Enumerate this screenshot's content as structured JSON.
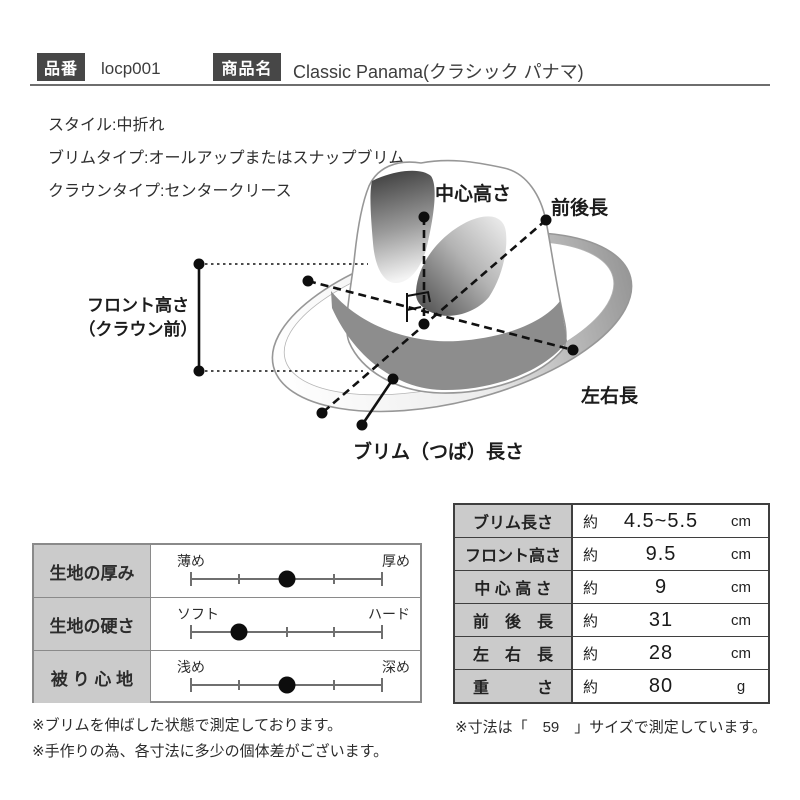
{
  "header": {
    "part_no_label": "品番",
    "part_no": "locp001",
    "product_label": "商品名",
    "product_name": "Classic Panama(クラシック パナマ)"
  },
  "specs": {
    "style": "スタイル:中折れ",
    "brim_type": "ブリムタイプ:オールアップまたはスナップブリム",
    "crown_type": "クラウンタイプ:センタークリース"
  },
  "diagram": {
    "labels": {
      "center_height": "中心高さ",
      "front_back": "前後長",
      "front_height_line1": "フロント高さ",
      "front_height_line2": "（クラウン前）",
      "left_right": "左右長",
      "brim_length": "ブリム（つば）長さ"
    }
  },
  "texture_table": {
    "rows": [
      {
        "label": "生地の厚み",
        "min": "薄め",
        "max": "厚め",
        "dot_style": "left:50%"
      },
      {
        "label": "生地の硬さ",
        "min": "ソフト",
        "max": "ハード",
        "dot_style": "left:25%"
      },
      {
        "label": "被 り 心 地",
        "min": "浅め",
        "max": "深め",
        "dot_style": "left:50%"
      }
    ]
  },
  "size_table": {
    "rows": [
      {
        "label": "ブリム長さ",
        "approx": "約",
        "value": "4.5~5.5",
        "unit": "cm"
      },
      {
        "label": "フロント高さ",
        "approx": "約",
        "value": "9.5",
        "unit": "cm"
      },
      {
        "label": "中 心 高 さ",
        "approx": "約",
        "value": "9",
        "unit": "cm"
      },
      {
        "label": "前　後　長",
        "approx": "約",
        "value": "31",
        "unit": "cm"
      },
      {
        "label": "左　右　長",
        "approx": "約",
        "value": "28",
        "unit": "cm"
      },
      {
        "label": "重　　　さ",
        "approx": "約",
        "value": "80",
        "unit": "g"
      }
    ]
  },
  "notes": {
    "brim": "※ブリムを伸ばした状態で測定しております。",
    "handmade": "※手作りの為、各寸法に多少の個体差がございます。",
    "size": "※寸法は「　59　」サイズで測定しています。"
  },
  "colors": {
    "tag_background": "#474747",
    "hat_band_gray": "#8d8d8d",
    "table_label_background": "#cbcbcb",
    "texture_table_border": "#8a8a8a",
    "size_table_border": "#3f3f3f",
    "measure_line": "#111111"
  }
}
